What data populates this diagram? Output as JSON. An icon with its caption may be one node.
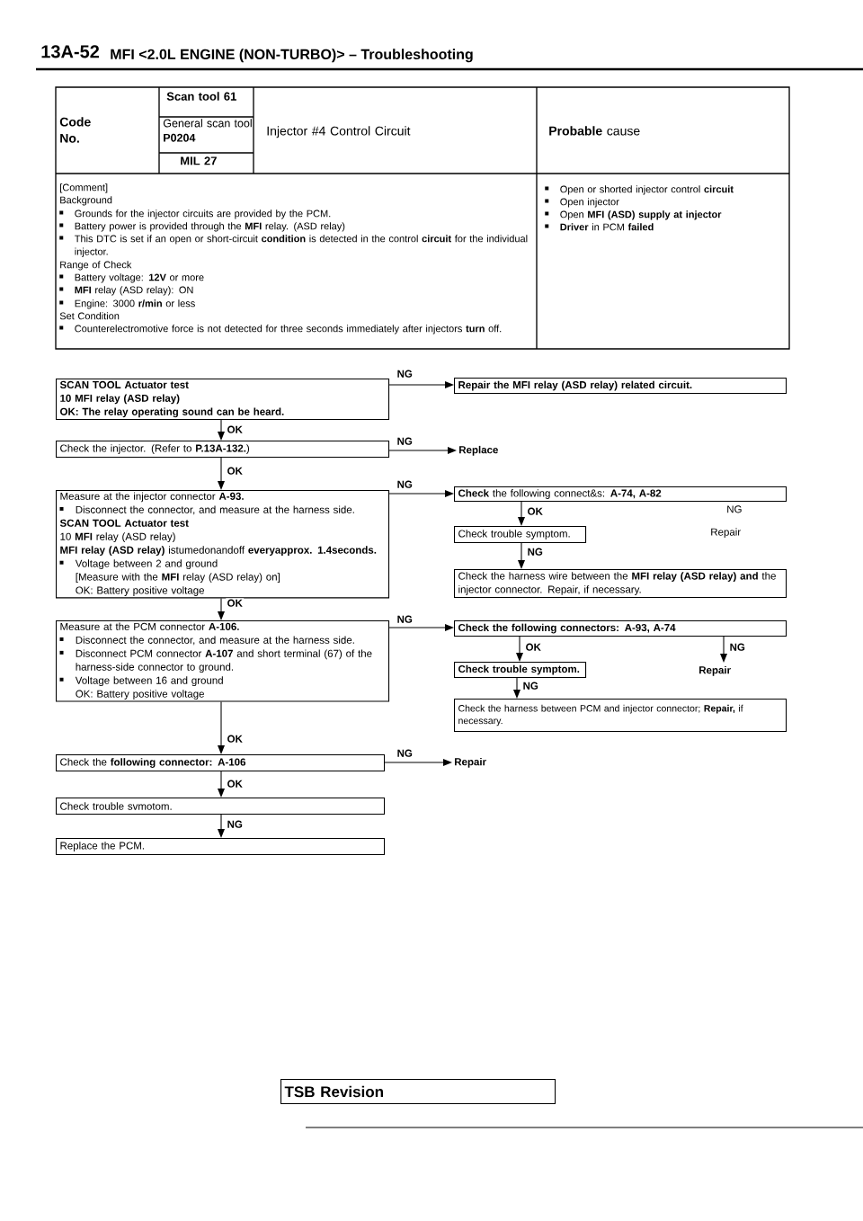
{
  "diagram": {
    "title": "MFI <2.0L ENGINE (NON-TURBO)> – Troubleshooting",
    "nodes": [
      {
        "text": [
          "SCAN TOOL Actuator test",
          "10 MFI relay (ASD relay)",
          "OK: The relay operating sound can be heard."
        ]
      },
      {
        "text": [
          "Repair the MFI relay (ASD relay) related circuit."
        ]
      },
      {
        "text": [
          "Check the injector. (Refer to **P.13A-132.**)"
        ]
      },
      {
        "text": [
          "Replace"
        ]
      },
      {
        "text": [
          "Measure at the injector connector **A-93.**",
          "Disconnect the connector, and measure at the harness side.",
          "SCAN TOOL Actuator test",
          "10 **MFI** relay (ASD relay)",
          "**MFI relay (ASD relay)** istumedonandoff **everyapprox. 1.4seconds.**",
          "Voltage between 2 and ground",
          "[Measure with the **MFI** relay (ASD relay) on]",
          "OK: Battery positive voltage"
        ]
      },
      {
        "text": [
          "**Check** the following connect&s: **A-74, A-82**"
        ]
      },
      {
        "text": [
          "Check trouble symptom."
        ]
      },
      {
        "text": [
          "Check the harness wire between the **MFI relay (ASD relay) and** the injector connector. Repair, if necessary."
        ]
      },
      {
        "text": [
          "Measure at the PCM connector **A-106.**",
          "Disconnect the connector, and measure at the harness side.",
          "Disconnect PCM connector **A-107** and short terminal (67) of the harness-side connector to ground.",
          "Voltage between 16 and ground",
          "OK: Battery positive voltage"
        ]
      },
      {
        "text": [
          "Check the following connectors: A-93, A-74"
        ]
      },
      {
        "text": [
          "Check trouble symptom."
        ]
      },
      {
        "text": [
          "Repair"
        ]
      },
      {
        "text": [
          "Check the harness between PCM and injector connector; **Repair,** if necessary."
        ]
      },
      {
        "text": [
          "Check the **following connector: A-106**"
        ]
      },
      {
        "text": [
          "Repair"
        ]
      },
      {
        "text": [
          "Check trouble svmotom."
        ]
      },
      {
        "text": [
          "Replace the PCM."
        ]
      },
      {
        "text": [
          "TSB Revision"
        ]
      }
    ],
    "edges": [
      {
        "from": 0,
        "to": 1,
        "arrow": "to",
        "label": "NG"
      },
      {
        "from": 0,
        "to": 2,
        "arrow": "to",
        "label": "OK"
      },
      {
        "from": 2,
        "to": 3,
        "arrow": "to",
        "label": "NG"
      },
      {
        "from": 2,
        "to": 4,
        "arrow": "to",
        "label": "OK"
      },
      {
        "from": 4,
        "to": 5,
        "arrow": "to",
        "label": "NG"
      },
      {
        "from": 5,
        "to": 6,
        "arrow": "to",
        "label": "OK"
      },
      {
        "from": 6,
        "to": 7,
        "arrow": "to",
        "label": "NG"
      },
      {
        "from": 4,
        "to": 8,
        "arrow": "to",
        "label": "OK"
      },
      {
        "from": 8,
        "to": 9,
        "arrow": "to",
        "label": "NG"
      },
      {
        "from": 9,
        "to": 10,
        "arrow": "to",
        "label": "OK"
      },
      {
        "from": 9,
        "to": 11,
        "arrow": "to",
        "label": "NG"
      },
      {
        "from": 10,
        "to": 12,
        "arrow": "to",
        "label": "NG"
      },
      {
        "from": 8,
        "to": 13,
        "arrow": "to",
        "label": "OK"
      },
      {
        "from": 13,
        "to": 14,
        "arrow": "to",
        "label": "NG"
      },
      {
        "from": 13,
        "to": 15,
        "arrow": "to",
        "label": "OK"
      },
      {
        "from": 15,
        "to": 16,
        "arrow": "to",
        "label": "NG"
      }
    ],
    "labels": [
      "13A-52",
      "Code No.",
      "Scan tool 61",
      "General scan tool **P0204**",
      "MIL 27",
      "Injector #4 Control Circuit",
      "**Probable** cause",
      "[Comment]",
      "Background",
      "Grounds for the injector circuits are provided by the PCM.",
      "Battery power is provided through the **MFI** relay. (ASD relay)",
      "This DTC is set if an open or short-circuit **condition** is detected in the control **circuit** for the individual injector.",
      "Range of Check",
      "Battery voltage: **12V** or more",
      "**MFI** relay (ASD relay): ON",
      "Engine: 3000 **r/min** or less",
      "Set Condition",
      "Counterelectromotive force is not detected for three seconds immediately after injectors **turn** off.",
      "Open or shorted injector control **circuit**",
      "Open injector",
      "Open **MFI (ASD) supply at injector**",
      "**Driver** in PCM **failed**",
      "NG",
      "Repair"
    ]
  }
}
